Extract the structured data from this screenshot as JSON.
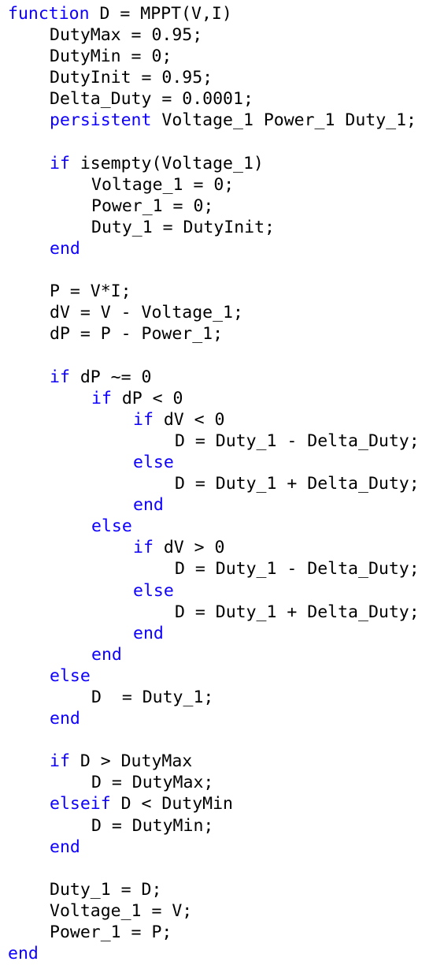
{
  "editor": {
    "keyword_color": "#0E00FF",
    "text_color": "#000000",
    "background": "#FFFFFF",
    "lines": [
      {
        "indent": 0,
        "tokens": [
          {
            "t": "function",
            "kw": true
          },
          {
            "t": " D = MPPT(V,I)"
          }
        ]
      },
      {
        "indent": 1,
        "tokens": [
          {
            "t": "DutyMax = 0.95;"
          }
        ]
      },
      {
        "indent": 1,
        "tokens": [
          {
            "t": "DutyMin = 0;"
          }
        ]
      },
      {
        "indent": 1,
        "tokens": [
          {
            "t": "DutyInit = 0.95;"
          }
        ]
      },
      {
        "indent": 1,
        "tokens": [
          {
            "t": "Delta_Duty = 0.0001;"
          }
        ]
      },
      {
        "indent": 1,
        "tokens": [
          {
            "t": "persistent",
            "kw": true
          },
          {
            "t": " Voltage_1 Power_1 Duty_1;"
          }
        ]
      },
      {
        "indent": 0,
        "tokens": []
      },
      {
        "indent": 1,
        "tokens": [
          {
            "t": "if",
            "kw": true
          },
          {
            "t": " isempty(Voltage_1)"
          }
        ]
      },
      {
        "indent": 2,
        "tokens": [
          {
            "t": "Voltage_1 = 0;"
          }
        ]
      },
      {
        "indent": 2,
        "tokens": [
          {
            "t": "Power_1 = 0;"
          }
        ]
      },
      {
        "indent": 2,
        "tokens": [
          {
            "t": "Duty_1 = DutyInit;"
          }
        ]
      },
      {
        "indent": 1,
        "tokens": [
          {
            "t": "end",
            "kw": true
          }
        ]
      },
      {
        "indent": 0,
        "tokens": []
      },
      {
        "indent": 1,
        "tokens": [
          {
            "t": "P = V*I;"
          }
        ]
      },
      {
        "indent": 1,
        "tokens": [
          {
            "t": "dV = V - Voltage_1;"
          }
        ]
      },
      {
        "indent": 1,
        "tokens": [
          {
            "t": "dP = P - Power_1;"
          }
        ]
      },
      {
        "indent": 0,
        "tokens": []
      },
      {
        "indent": 1,
        "tokens": [
          {
            "t": "if",
            "kw": true
          },
          {
            "t": " dP ~= 0"
          }
        ]
      },
      {
        "indent": 2,
        "tokens": [
          {
            "t": "if",
            "kw": true
          },
          {
            "t": " dP < 0"
          }
        ]
      },
      {
        "indent": 3,
        "tokens": [
          {
            "t": "if",
            "kw": true
          },
          {
            "t": " dV < 0"
          }
        ]
      },
      {
        "indent": 4,
        "tokens": [
          {
            "t": "D = Duty_1 - Delta_Duty;"
          }
        ]
      },
      {
        "indent": 3,
        "tokens": [
          {
            "t": "else",
            "kw": true
          }
        ]
      },
      {
        "indent": 4,
        "tokens": [
          {
            "t": "D = Duty_1 + Delta_Duty;"
          }
        ]
      },
      {
        "indent": 3,
        "tokens": [
          {
            "t": "end",
            "kw": true
          }
        ]
      },
      {
        "indent": 2,
        "tokens": [
          {
            "t": "else",
            "kw": true
          }
        ]
      },
      {
        "indent": 3,
        "tokens": [
          {
            "t": "if",
            "kw": true
          },
          {
            "t": " dV > 0"
          }
        ]
      },
      {
        "indent": 4,
        "tokens": [
          {
            "t": "D = Duty_1 - Delta_Duty;"
          }
        ]
      },
      {
        "indent": 3,
        "tokens": [
          {
            "t": "else",
            "kw": true
          }
        ]
      },
      {
        "indent": 4,
        "tokens": [
          {
            "t": "D = Duty_1 + Delta_Duty;"
          }
        ]
      },
      {
        "indent": 3,
        "tokens": [
          {
            "t": "end",
            "kw": true
          }
        ]
      },
      {
        "indent": 2,
        "tokens": [
          {
            "t": "end",
            "kw": true
          }
        ]
      },
      {
        "indent": 1,
        "tokens": [
          {
            "t": "else",
            "kw": true
          }
        ]
      },
      {
        "indent": 2,
        "tokens": [
          {
            "t": "D  = Duty_1;"
          }
        ]
      },
      {
        "indent": 1,
        "tokens": [
          {
            "t": "end",
            "kw": true
          }
        ]
      },
      {
        "indent": 0,
        "tokens": []
      },
      {
        "indent": 1,
        "tokens": [
          {
            "t": "if",
            "kw": true
          },
          {
            "t": " D > DutyMax"
          }
        ]
      },
      {
        "indent": 2,
        "tokens": [
          {
            "t": "D = DutyMax;"
          }
        ]
      },
      {
        "indent": 1,
        "tokens": [
          {
            "t": "elseif",
            "kw": true
          },
          {
            "t": " D < DutyMin"
          }
        ]
      },
      {
        "indent": 2,
        "tokens": [
          {
            "t": "D = DutyMin;"
          }
        ]
      },
      {
        "indent": 1,
        "tokens": [
          {
            "t": "end",
            "kw": true
          }
        ]
      },
      {
        "indent": 0,
        "tokens": []
      },
      {
        "indent": 1,
        "tokens": [
          {
            "t": "Duty_1 = D;"
          }
        ]
      },
      {
        "indent": 1,
        "tokens": [
          {
            "t": "Voltage_1 = V;"
          }
        ]
      },
      {
        "indent": 1,
        "tokens": [
          {
            "t": "Power_1 = P;"
          }
        ]
      },
      {
        "indent": 0,
        "tokens": [
          {
            "t": "end",
            "kw": true
          }
        ]
      }
    ]
  }
}
